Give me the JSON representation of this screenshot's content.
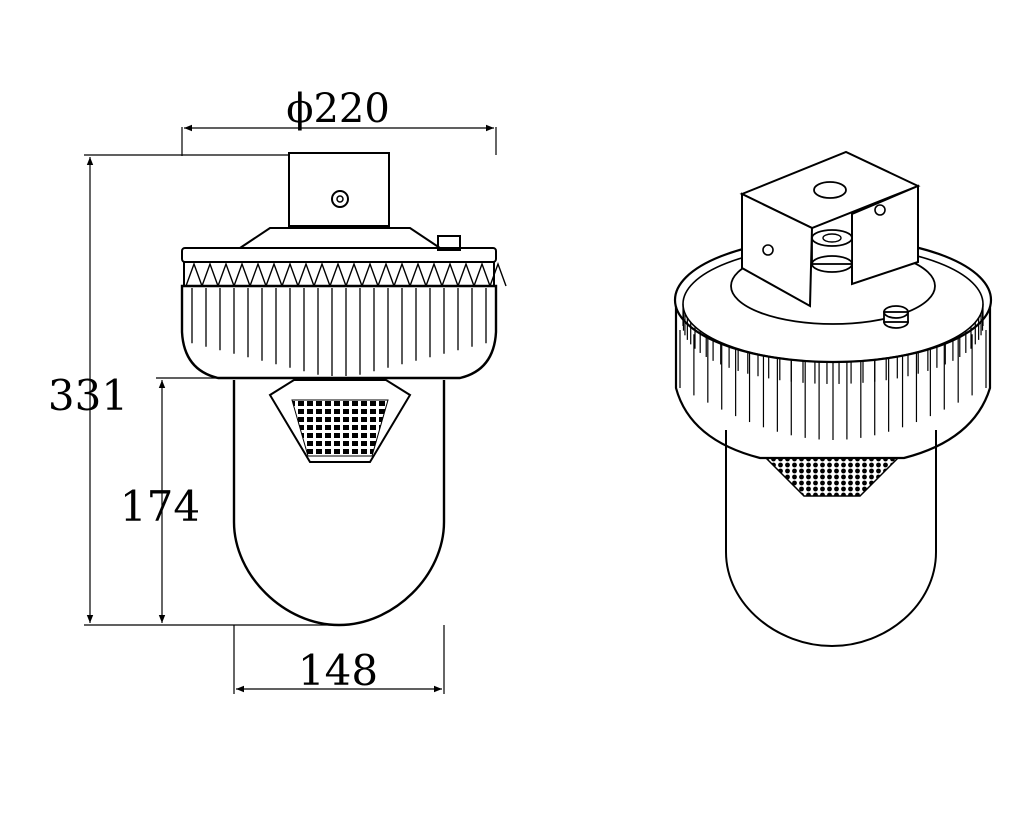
{
  "dimensions": {
    "diameter_top": "ϕ220",
    "total_height": "331",
    "globe_height": "174",
    "globe_width": "148"
  },
  "colors": {
    "line": "#000000",
    "background": "#ffffff"
  }
}
